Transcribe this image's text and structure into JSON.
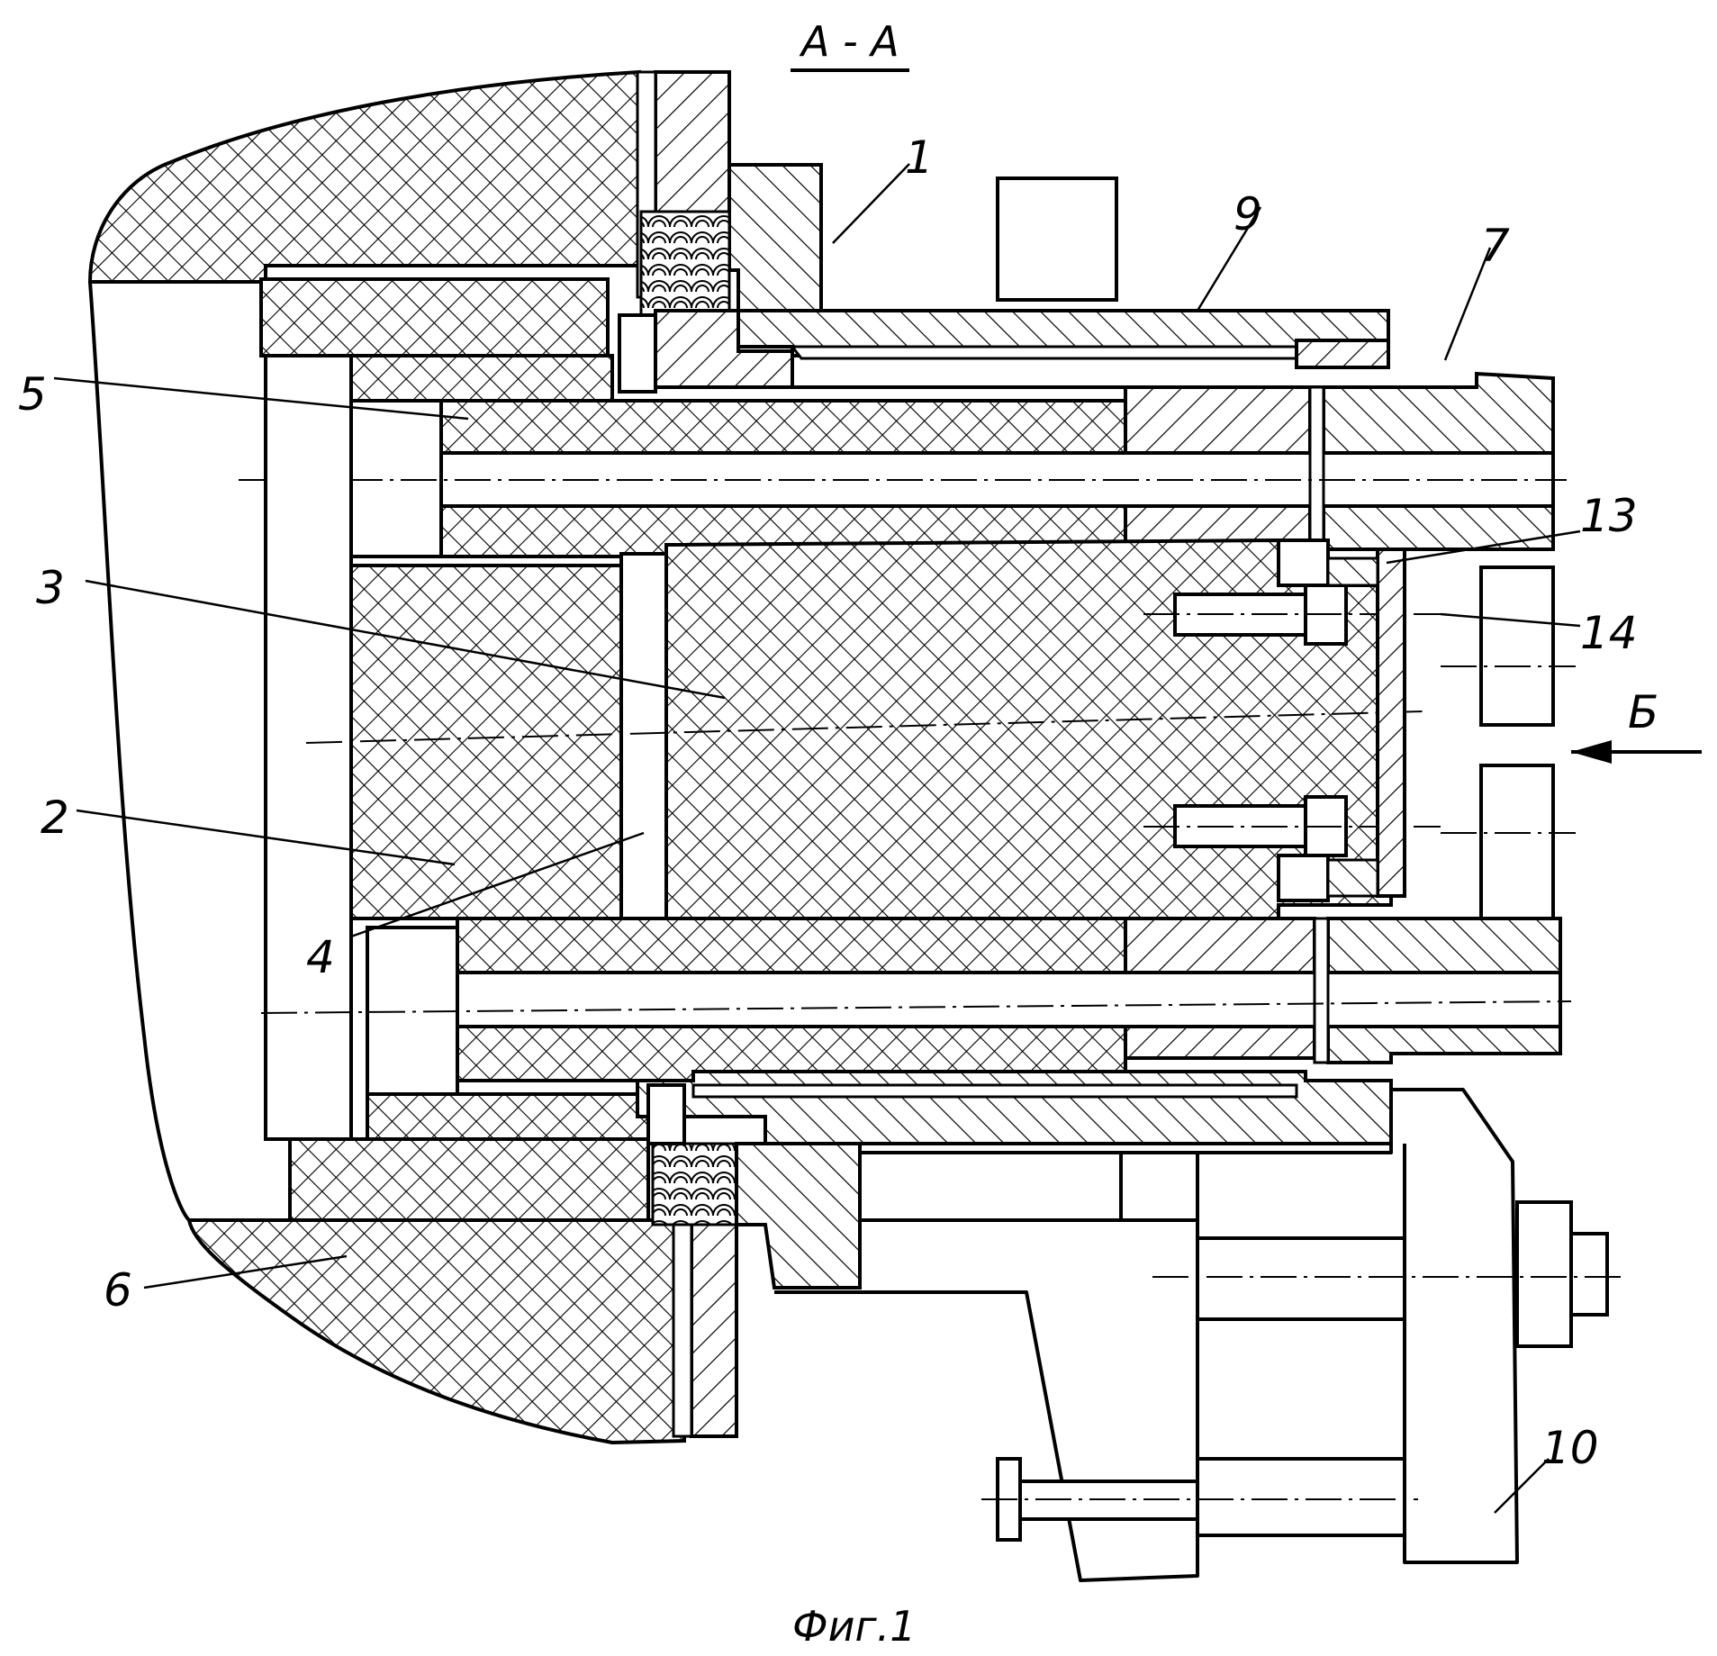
{
  "figure": {
    "section_title": "А - А",
    "caption": "Фиг.1",
    "view_arrow_label": "Б",
    "labels": {
      "l1": "1",
      "l2": "2",
      "l3": "3",
      "l4": "4",
      "l5": "5",
      "l6": "6",
      "l7": "7",
      "l9": "9",
      "l10": "10",
      "l13": "13",
      "l14": "14"
    }
  }
}
